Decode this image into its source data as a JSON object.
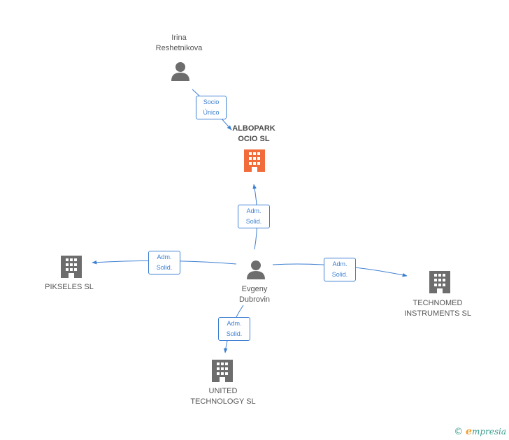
{
  "nodes": {
    "irina": {
      "line1": "Irina",
      "line2": "Reshetnikova",
      "kind": "person"
    },
    "albopark": {
      "line1": "ALBOPARK",
      "line2": "OCIO SL",
      "kind": "company-main"
    },
    "evgeny": {
      "line1": "Evgeny",
      "line2": "Dubrovin",
      "kind": "person"
    },
    "pikseles": {
      "line1": "PIKSELES SL",
      "kind": "company"
    },
    "technomed": {
      "line1": "TECHNOMED",
      "line2": "INSTRUMENTS SL",
      "kind": "company"
    },
    "united": {
      "line1": "UNITED",
      "line2": "TECHNOLOGY SL",
      "kind": "company"
    }
  },
  "edges": {
    "irina_albopark": {
      "line1": "Socio",
      "line2": "Único"
    },
    "evgeny_albopark": {
      "line1": "Adm.",
      "line2": "Solid."
    },
    "evgeny_pikseles": {
      "line1": "Adm.",
      "line2": "Solid."
    },
    "evgeny_technomed": {
      "line1": "Adm.",
      "line2": "Solid."
    },
    "evgeny_united": {
      "line1": "Adm.",
      "line2": "Solid."
    }
  },
  "colors": {
    "edge": "#3d7fd1",
    "person": "#6d6d6d",
    "company": "#6d6d6d",
    "main": "#f26b3a"
  },
  "footer": {
    "copyright": "©",
    "brand_e": "e",
    "brand_rest": "mpresia"
  }
}
